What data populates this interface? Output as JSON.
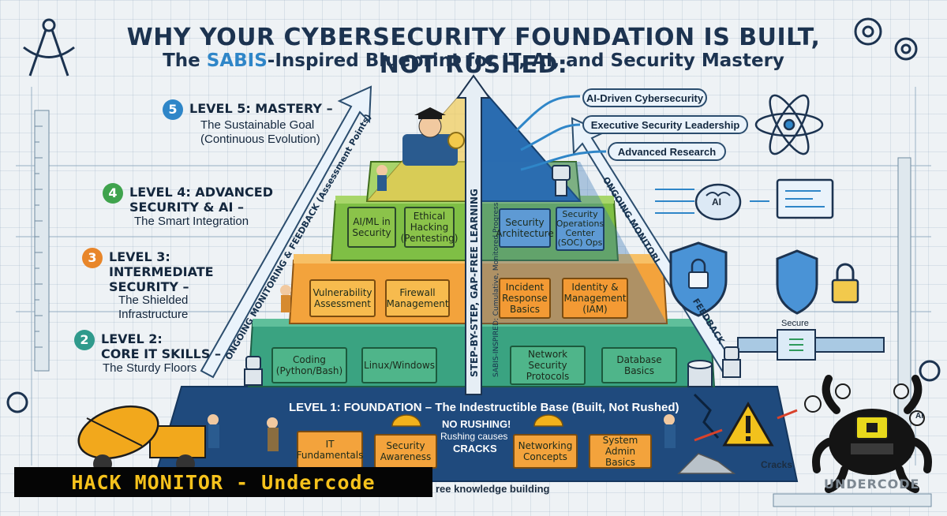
{
  "title": {
    "line1": "WHY YOUR CYBERSECURITY FOUNDATION IS BUILT, NOT RUSHED:",
    "line2_pre": "The ",
    "line2_accent": "SABIS",
    "line2_post": "-Inspired Blueprint for IT, AI, and Security Mastery"
  },
  "levels": {
    "l5": {
      "num": "5",
      "head": "LEVEL 5: MASTERY –",
      "sub": "The Sustainable Goal\n(Continuous Evolution)"
    },
    "l4": {
      "num": "4",
      "head": "LEVEL 4: ADVANCED\nSECURITY & AI –",
      "sub": "The Smart Integration"
    },
    "l3": {
      "num": "3",
      "head": "LEVEL 3:\nINTERMEDIATE\nSECURITY –",
      "sub": "The Shielded\nInfrastructure"
    },
    "l2": {
      "num": "2",
      "head": "LEVEL 2:\nCORE IT SKILLS –",
      "sub": "The Sturdy Floors"
    }
  },
  "blocks": {
    "aiml": "AI/ML in\nSecurity",
    "ethical": "Ethical\nHacking\n(Pentesting)",
    "secarch": "Security\nArchitecture",
    "soc": "Security\nOperations\nCenter\n(SOC) Ops",
    "vuln": "Vulnerability\nAssessment",
    "firewall": "Firewall\nManagement",
    "incident": "Incident\nResponse\nBasics",
    "iam": "Identity &\nManagement\n(IAM)",
    "coding": "Coding\n(Python/Bash)",
    "linux": "Linux/Windows",
    "netsec": "Network\nSecurity\nProtocols",
    "db": "Database\nBasics",
    "itfund": "IT\nFundamentals",
    "secaware": "Security\nAwareness",
    "netcon": "Networking\nConcepts",
    "sysadmin": "System\nAdmin Basics"
  },
  "foundation": {
    "label": "LEVEL 1: FOUNDATION – The Indestructible Base (Built, Not Rushed)",
    "no_rush_1": "NO RUSHING!",
    "no_rush_2": "Rushing causes",
    "no_rush_3": "CRACKS",
    "bottom": "ree knowledge building",
    "cracks": "Cracks"
  },
  "outcomes": [
    "AI-Driven Cybersecurity",
    "Executive Security Leadership",
    "Advanced Research"
  ],
  "arrows": {
    "left": "ONGOING MONITORING & FEEDBACK (Assessment Points)",
    "center": "STEP-BY-STEP, GAP-FREE LEARNING",
    "center_sub": "SABIS-INSPIRED: Cumulative, Monitored Progress",
    "right": "ONGOING MONITORI",
    "feedback": "FEEDBACK"
  },
  "misc": {
    "ai": "AI",
    "secure": "Secure",
    "ai_small": "AI",
    "watermark": "UNDERCODE"
  },
  "banner": "HACK MONITOR - Undercode",
  "colors": {
    "l5": "#2f86c8",
    "l4": "#3fa34d",
    "l3": "#e8862a",
    "l2": "#2f9a8c",
    "green": "#8bc34a",
    "orange": "#f3a33c",
    "teal": "#39a37a",
    "blue": "#1d4f86"
  },
  "icons": [
    "compass-icon",
    "gear-icon",
    "graduate-icon",
    "atom-icon",
    "brain-icon",
    "shield-lock-icon",
    "padlock-icon",
    "robot-icon",
    "cement-mixer-icon",
    "warning-icon",
    "octopus-hacker-icon"
  ]
}
